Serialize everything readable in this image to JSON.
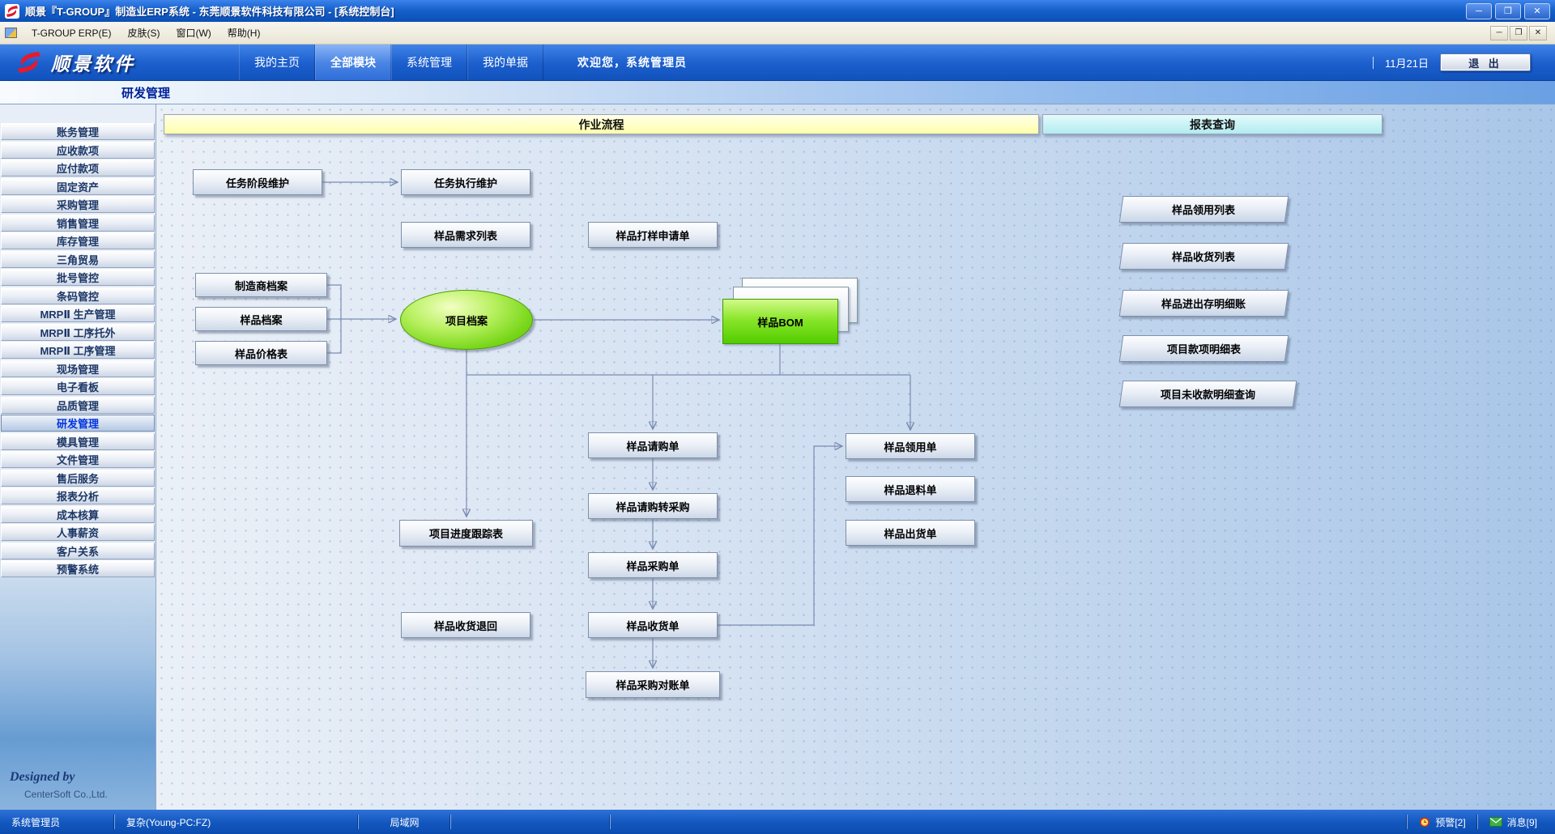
{
  "titlebar": {
    "title": "顺景『T-GROUP』制造业ERP系统 - 东莞顺景软件科技有限公司 - [系统控制台]"
  },
  "menubar": {
    "items": [
      "T-GROUP ERP(E)",
      "皮肤(S)",
      "窗口(W)",
      "帮助(H)"
    ]
  },
  "icons": {
    "minimize": "─",
    "restore": "❐",
    "close": "✕"
  },
  "banner": {
    "logo": "顺景软件",
    "tabs": [
      "我的主页",
      "全部模块",
      "系统管理",
      "我的单据"
    ],
    "active_tab": "全部模块",
    "welcome": "欢迎您，系统管理员",
    "date": "11月21日",
    "exit": "退 出"
  },
  "page": {
    "title": "研发管理"
  },
  "sidebar": {
    "items": [
      "账务管理",
      "应收款项",
      "应付款项",
      "固定资产",
      "采购管理",
      "销售管理",
      "库存管理",
      "三角贸易",
      "批号管控",
      "条码管控",
      "MRPⅡ 生产管理",
      "MRPⅡ 工序托外",
      "MRPⅡ 工序管理",
      "现场管理",
      "电子看板",
      "品质管理",
      "研发管理",
      "模具管理",
      "文件管理",
      "售后服务",
      "报表分析",
      "成本核算",
      "人事薪资",
      "客户关系",
      "预警系统"
    ],
    "selected": "研发管理",
    "designed_by": "Designed by",
    "company": "CenterSoft Co.,Ltd."
  },
  "flow": {
    "headers": {
      "process": "作业流程",
      "reports": "报表查询"
    },
    "nodes": {
      "task_stage": "任务阶段维护",
      "task_exec": "任务执行维护",
      "sample_demand": "样品需求列表",
      "sample_proof": "样品打样申请单",
      "manufacturer": "制造商档案",
      "sample_archive": "样品档案",
      "sample_price": "样品价格表",
      "project_archive": "项目档案",
      "sample_bom": "样品BOM",
      "sample_req": "样品请购单",
      "req_to_purchase": "样品请购转采购",
      "sample_po": "样品采购单",
      "sample_receipt": "样品收货单",
      "sample_recon": "样品采购对账单",
      "progress_track": "项目进度跟踪表",
      "receipt_return": "样品收货退回",
      "sample_issue": "样品领用单",
      "sample_return": "样品退料单",
      "sample_ship": "样品出货单"
    },
    "reports": [
      "样品领用列表",
      "样品收货列表",
      "样品进出存明细账",
      "项目款项明细表",
      "项目未收款明细查询"
    ]
  },
  "statusbar": {
    "user": "系统管理员",
    "station": "复杂(Young-PC:FZ)",
    "network": "局域网",
    "alerts": "预警[2]",
    "messages": "消息[9]"
  },
  "colors": {
    "titlebar_blue": "#1661cc",
    "node_green": "#52cc00",
    "process_header_yellow": "#ffffab",
    "reports_header_cyan": "#b2ebf0"
  }
}
